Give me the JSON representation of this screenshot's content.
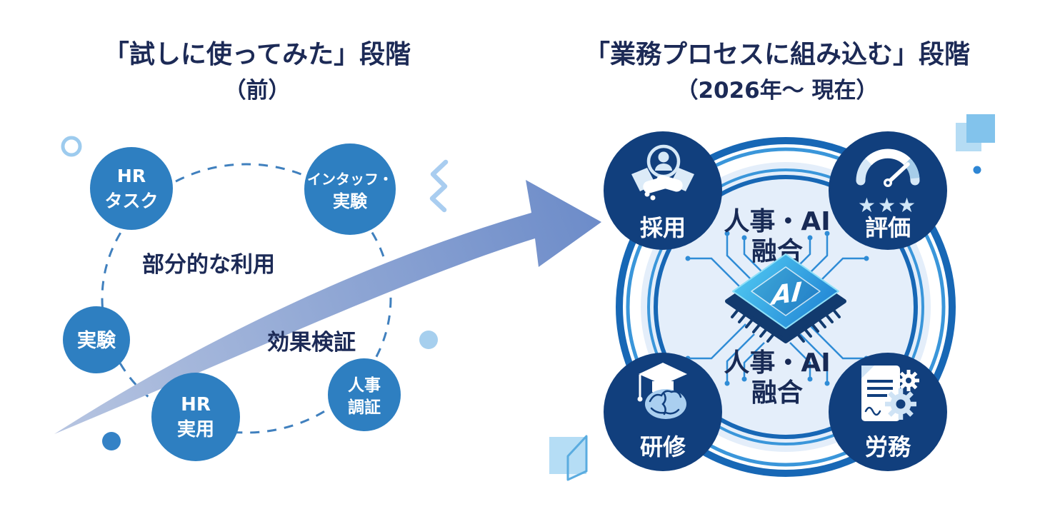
{
  "left_panel": {
    "title": "「試しに使ってみた」段階",
    "subtitle": "（前）",
    "bubbles": [
      {
        "line1": "HR",
        "line2": "タスク"
      },
      {
        "line1": "インタッフ・",
        "line2": "実験"
      },
      {
        "line1": "実験",
        "line2": ""
      },
      {
        "line1": "HR",
        "line2": "実用"
      },
      {
        "line1": "人事",
        "line2": "調証"
      }
    ],
    "labels": {
      "partial_use": "部分的な利用",
      "effect_check": "効果検証"
    }
  },
  "right_panel": {
    "title": "「業務プロセスに組み込む」段階",
    "subtitle": "（2026年〜 現在）",
    "chip_label": "AI",
    "fusion_top": {
      "line1": "人事・AI",
      "line2": "融合"
    },
    "fusion_bottom": {
      "line1": "人事・AI",
      "line2": "融合"
    },
    "stars": "★★★",
    "nodes": [
      {
        "label": "採用",
        "icon": "handshake-person-icon"
      },
      {
        "label": "評価",
        "icon": "gauge-stars-icon"
      },
      {
        "label": "研修",
        "icon": "graduation-brain-icon"
      },
      {
        "label": "労務",
        "icon": "document-gears-icon"
      }
    ]
  },
  "colors": {
    "title_navy": "#1c2a56",
    "bubble_blue": "#2e7fc1",
    "node_navy": "#113f7d",
    "arrow_blue": "#7e97cb",
    "ring_blue": "#1767b5",
    "pale_fill": "#e4eefa"
  }
}
